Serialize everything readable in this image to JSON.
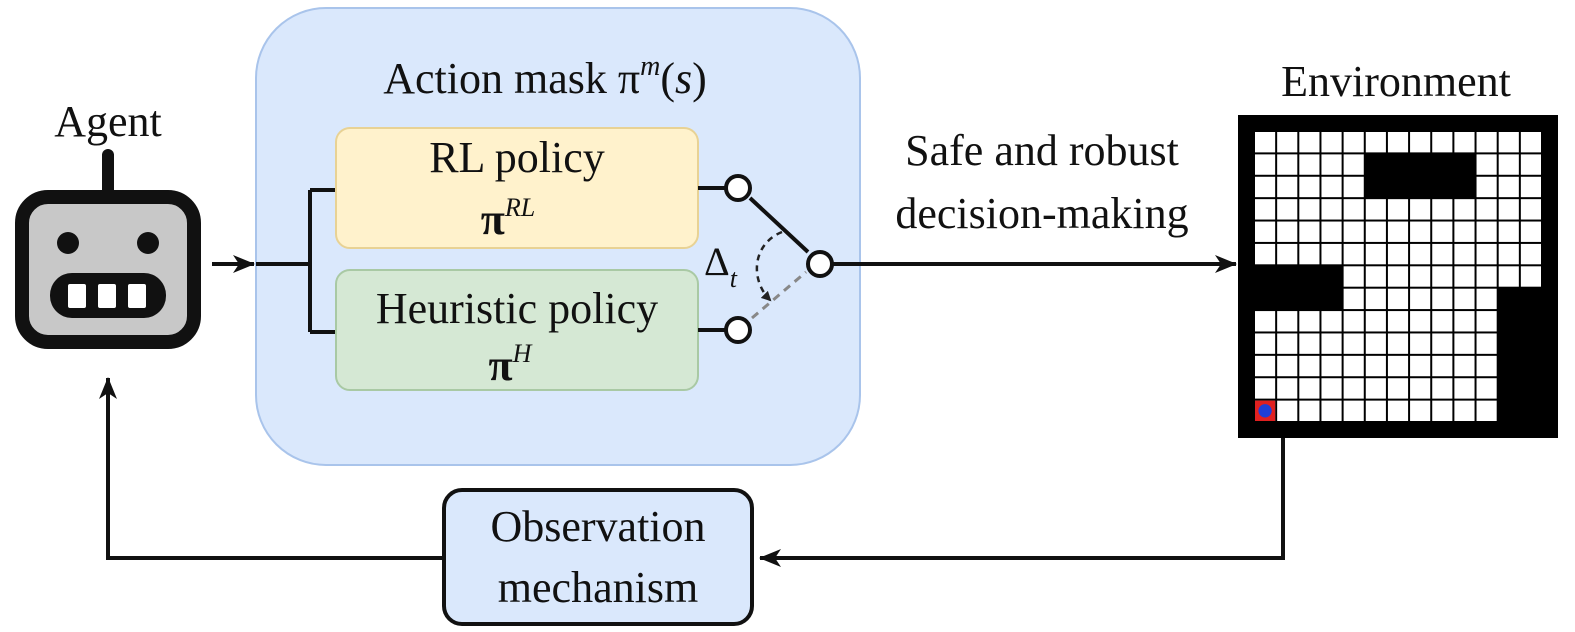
{
  "agent": {
    "label": "Agent",
    "icon": "robot-icon"
  },
  "action_mask": {
    "title_prefix": "Action mask π",
    "title_sup": "m",
    "title_open": "(",
    "title_var": "s",
    "title_close": ")",
    "fill": "#dae8fc",
    "stroke": "#a9c4eb"
  },
  "rl_policy": {
    "label": "RL policy",
    "symbol": "π",
    "sup": "RL",
    "fill": "#fff2cc",
    "stroke": "#e8d294"
  },
  "heuristic_policy": {
    "label": "Heuristic policy",
    "symbol": "π",
    "sup": "H",
    "fill": "#d5e8d4",
    "stroke": "#a9c9a4"
  },
  "switch": {
    "delta": "Δ",
    "delta_sub": "t"
  },
  "output": {
    "line1": "Safe and robust",
    "line2": "decision-making"
  },
  "environment": {
    "label": "Environment",
    "grid_color": "#000000",
    "agent_marker_fill": "#e02020",
    "agent_marker_dot": "#1f3fd6"
  },
  "observation": {
    "line1": "Observation",
    "line2": "mechanism",
    "fill": "#dae8fc",
    "stroke": "#111111"
  }
}
